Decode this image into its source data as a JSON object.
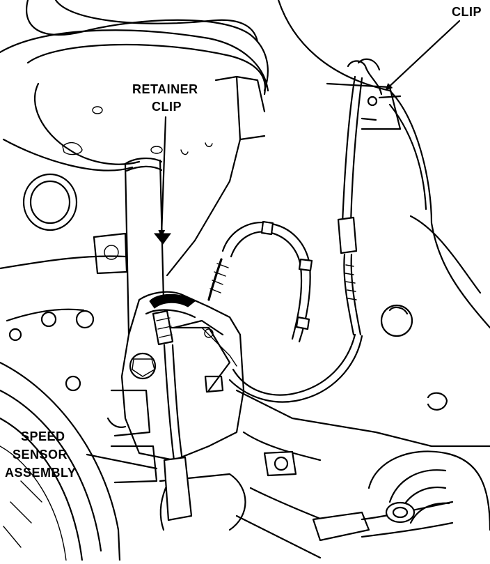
{
  "labels": {
    "clip": "CLIP",
    "retainer_clip_line1": "RETAINER",
    "retainer_clip_line2": "CLIP",
    "speed_sensor_line1": "SPEED",
    "speed_sensor_line2": "SENSOR",
    "speed_sensor_line3": "ASSEMBLY"
  }
}
